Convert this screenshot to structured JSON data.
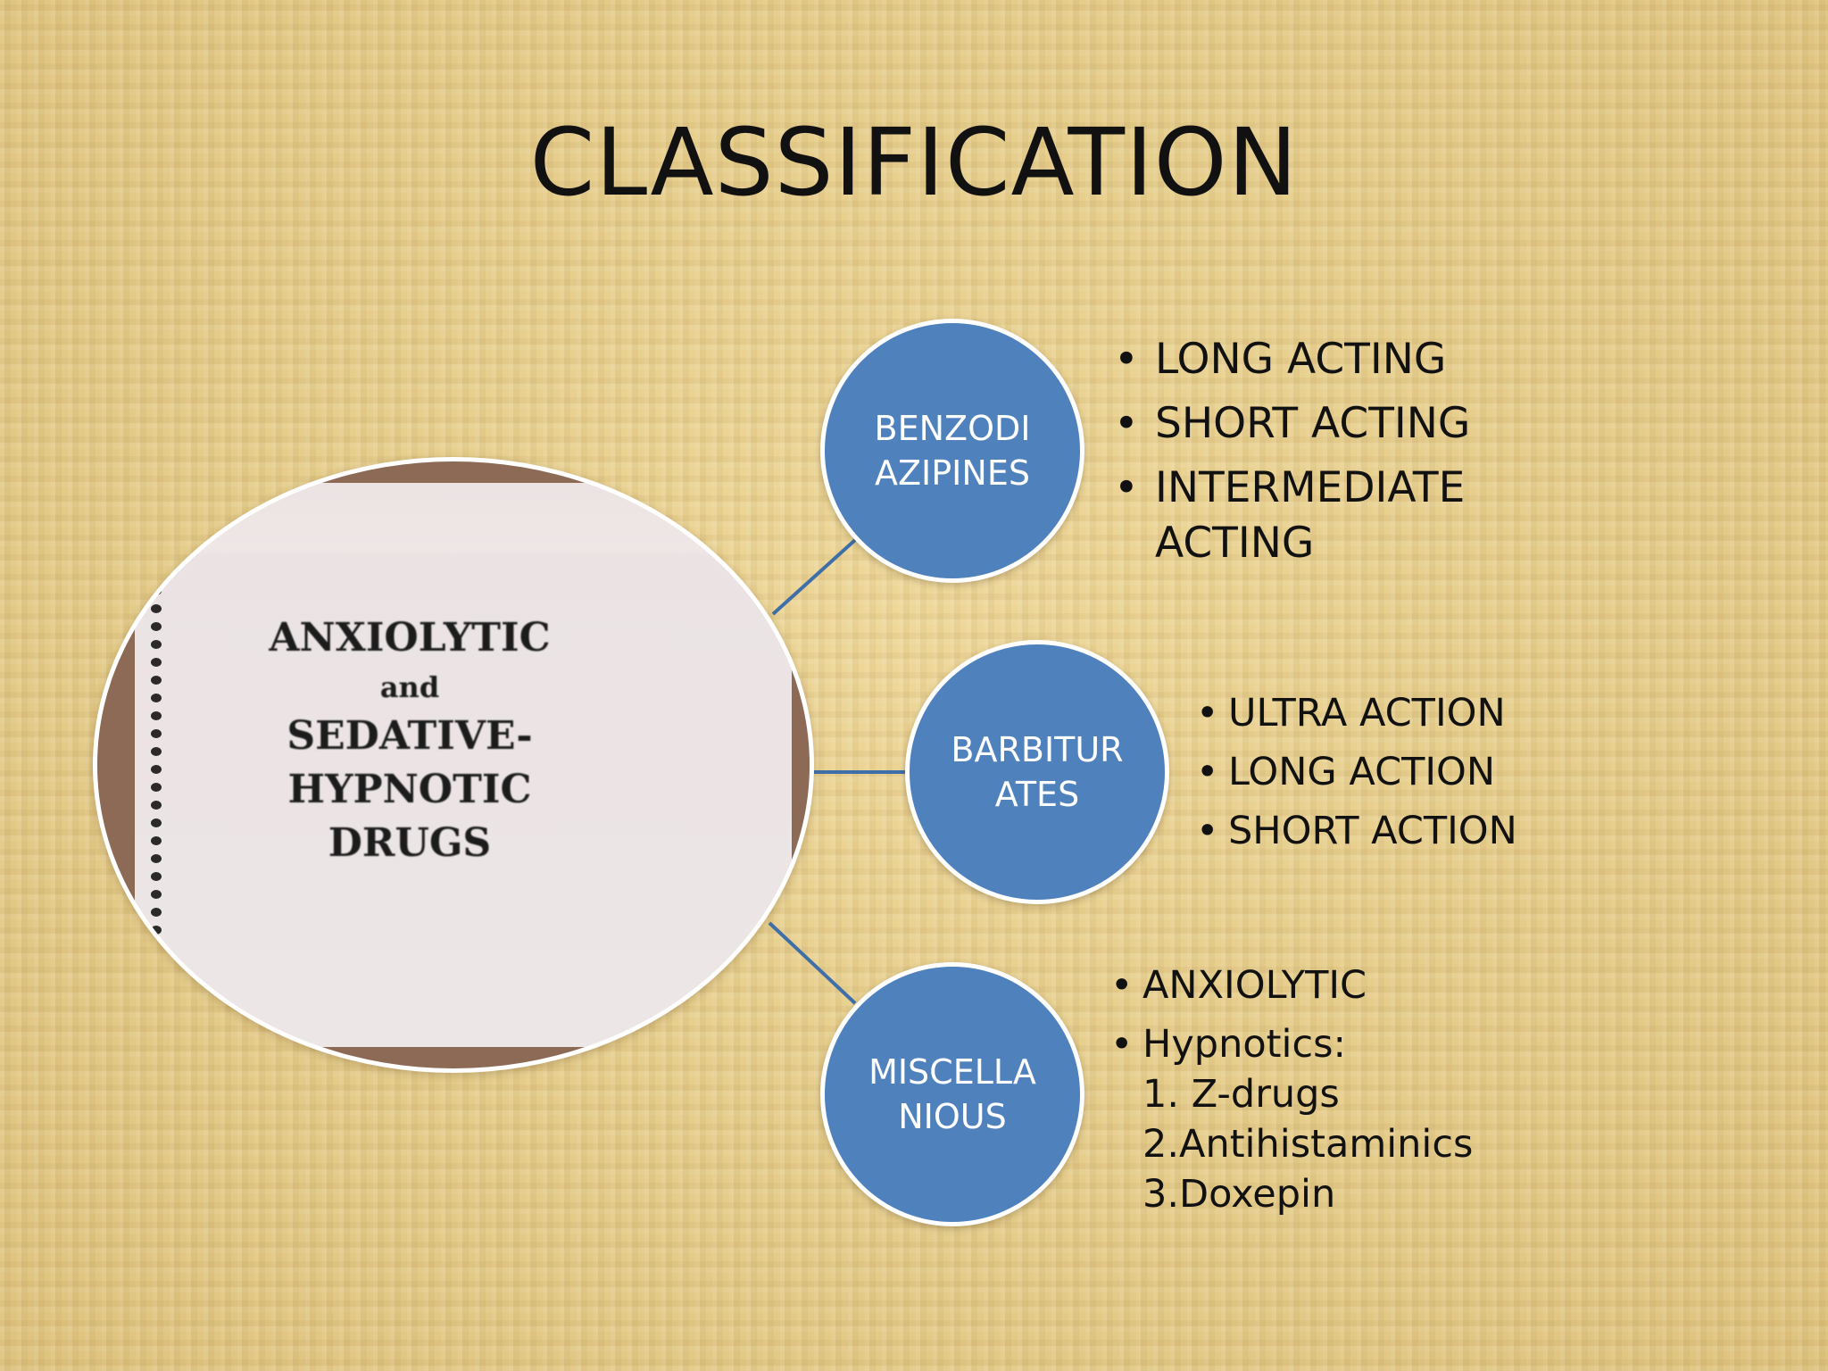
{
  "title": "CLASSIFICATION",
  "hub": {
    "line1": "ANXIOLYTIC",
    "line2": "and",
    "line3": "SEDATIVE-",
    "line4": "HYPNOTIC DRUGS"
  },
  "nodes": {
    "benzodiazepines": {
      "line1": "BENZODI",
      "line2": "AZIPINES",
      "items": [
        "LONG ACTING",
        "SHORT ACTING",
        "INTERMEDIATE ACTING"
      ]
    },
    "barbiturates": {
      "line1": "BARBITUR",
      "line2": "ATES",
      "items": [
        "ULTRA ACTION",
        "LONG ACTION",
        "SHORT ACTION"
      ]
    },
    "miscellaneous": {
      "line1": "MISCELLA",
      "line2": "NIOUS",
      "item1": "ANXIOLYTIC",
      "item2": "Hypnotics:",
      "sub": [
        "1. Z-drugs",
        "2.Antihistaminics",
        "3.Doxepin"
      ]
    }
  },
  "colors": {
    "node_fill": "#4f81bd",
    "connector": "#3f6fa8",
    "background": "#e8cf8a"
  }
}
